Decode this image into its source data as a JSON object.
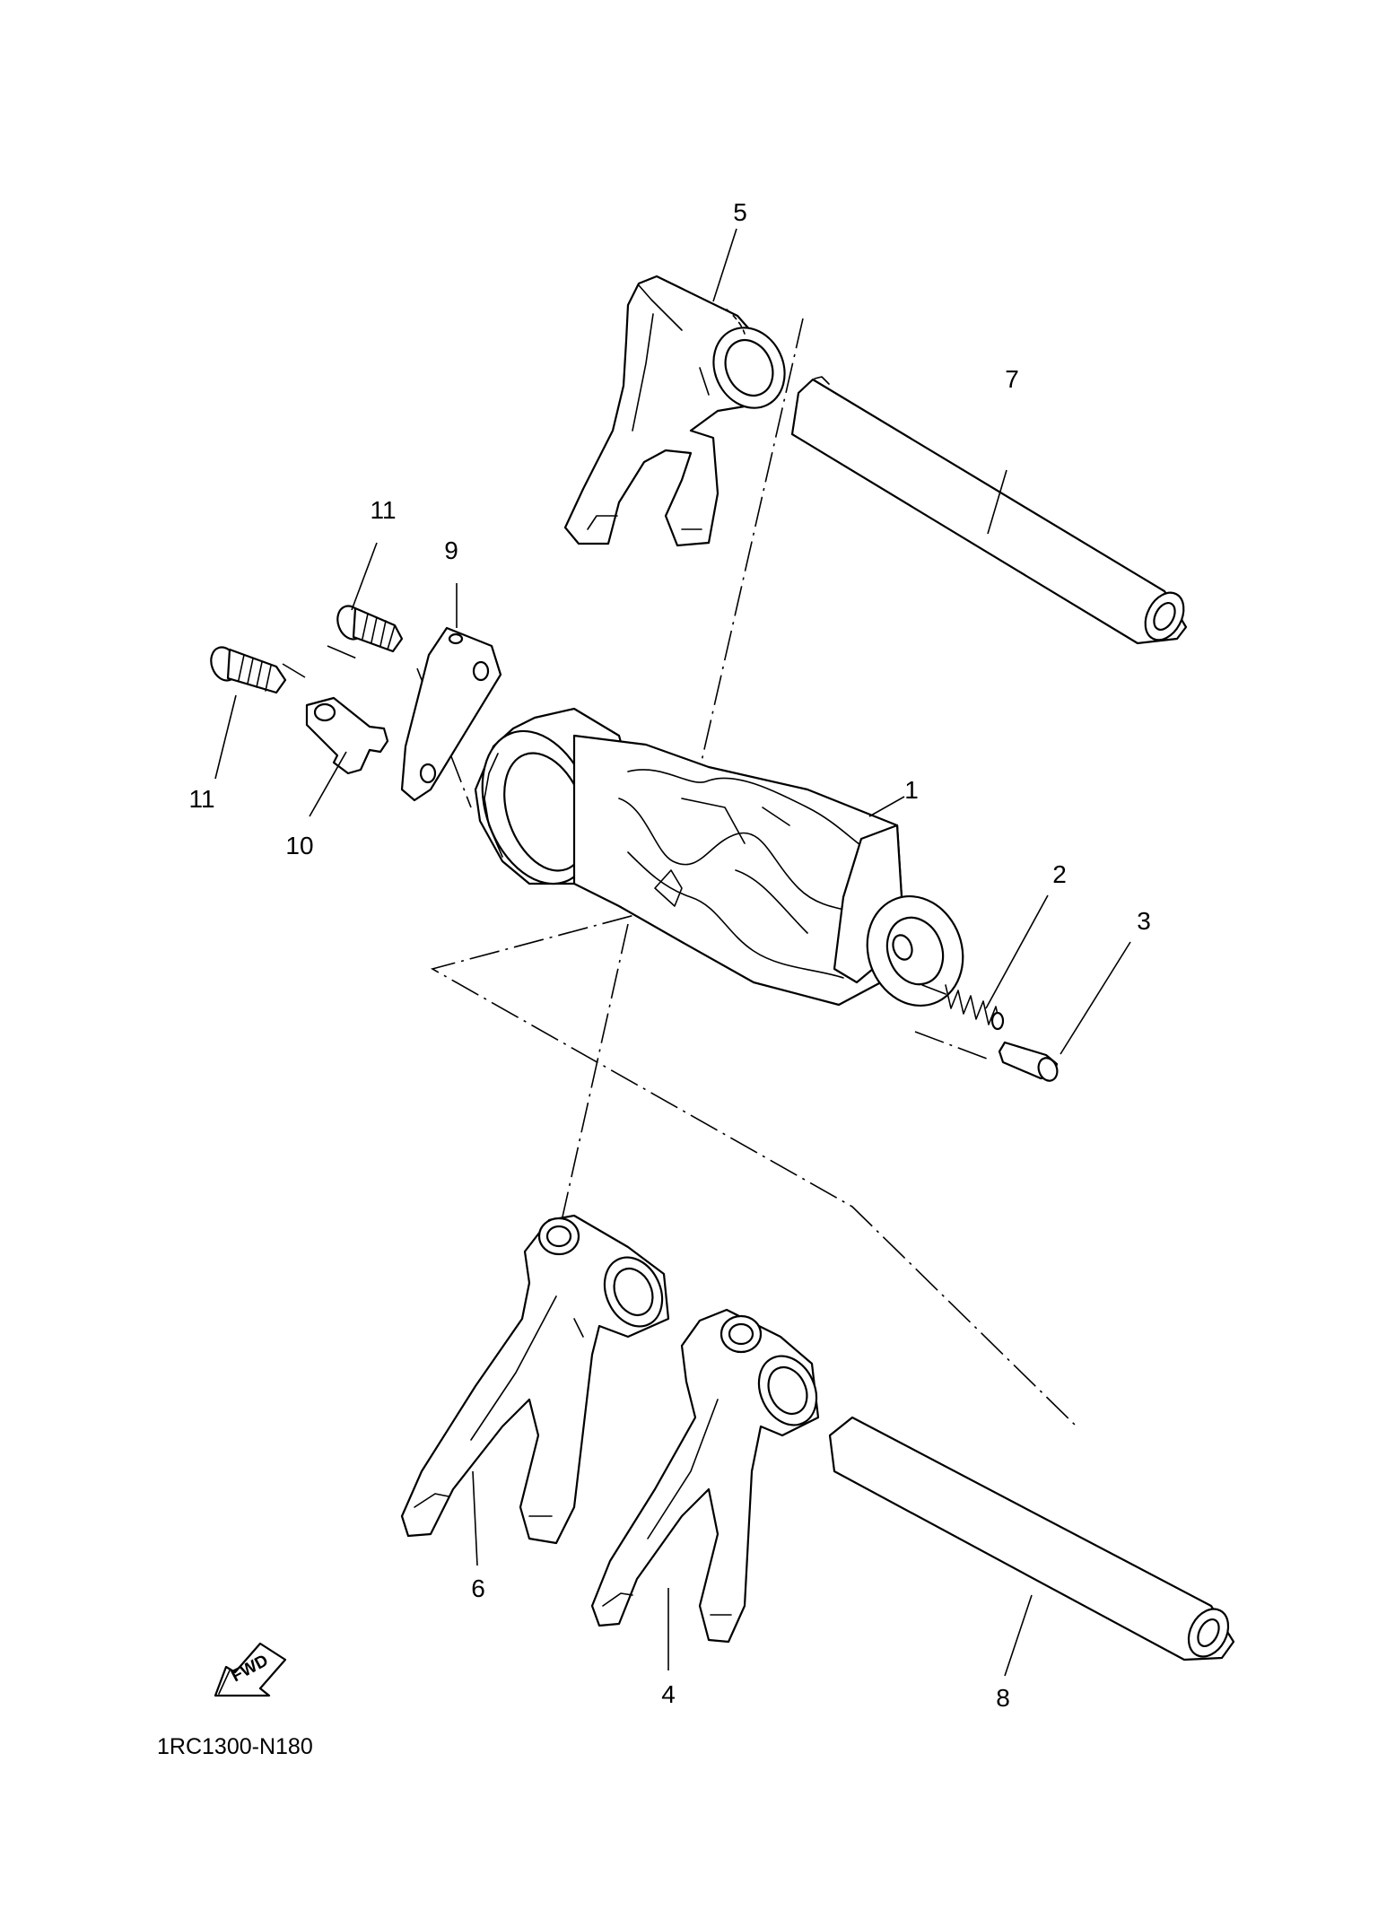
{
  "diagram_code": "1RC1300-N180",
  "fwd_label": "FWD",
  "callouts": [
    {
      "id": "c1",
      "label": "1"
    },
    {
      "id": "c2",
      "label": "2"
    },
    {
      "id": "c3",
      "label": "3"
    },
    {
      "id": "c4",
      "label": "4"
    },
    {
      "id": "c5",
      "label": "5"
    },
    {
      "id": "c6",
      "label": "6"
    },
    {
      "id": "c7",
      "label": "7"
    },
    {
      "id": "c8",
      "label": "8"
    },
    {
      "id": "c9",
      "label": "9"
    },
    {
      "id": "c10",
      "label": "10"
    },
    {
      "id": "c11a",
      "label": "11"
    },
    {
      "id": "c11b",
      "label": "11"
    }
  ]
}
